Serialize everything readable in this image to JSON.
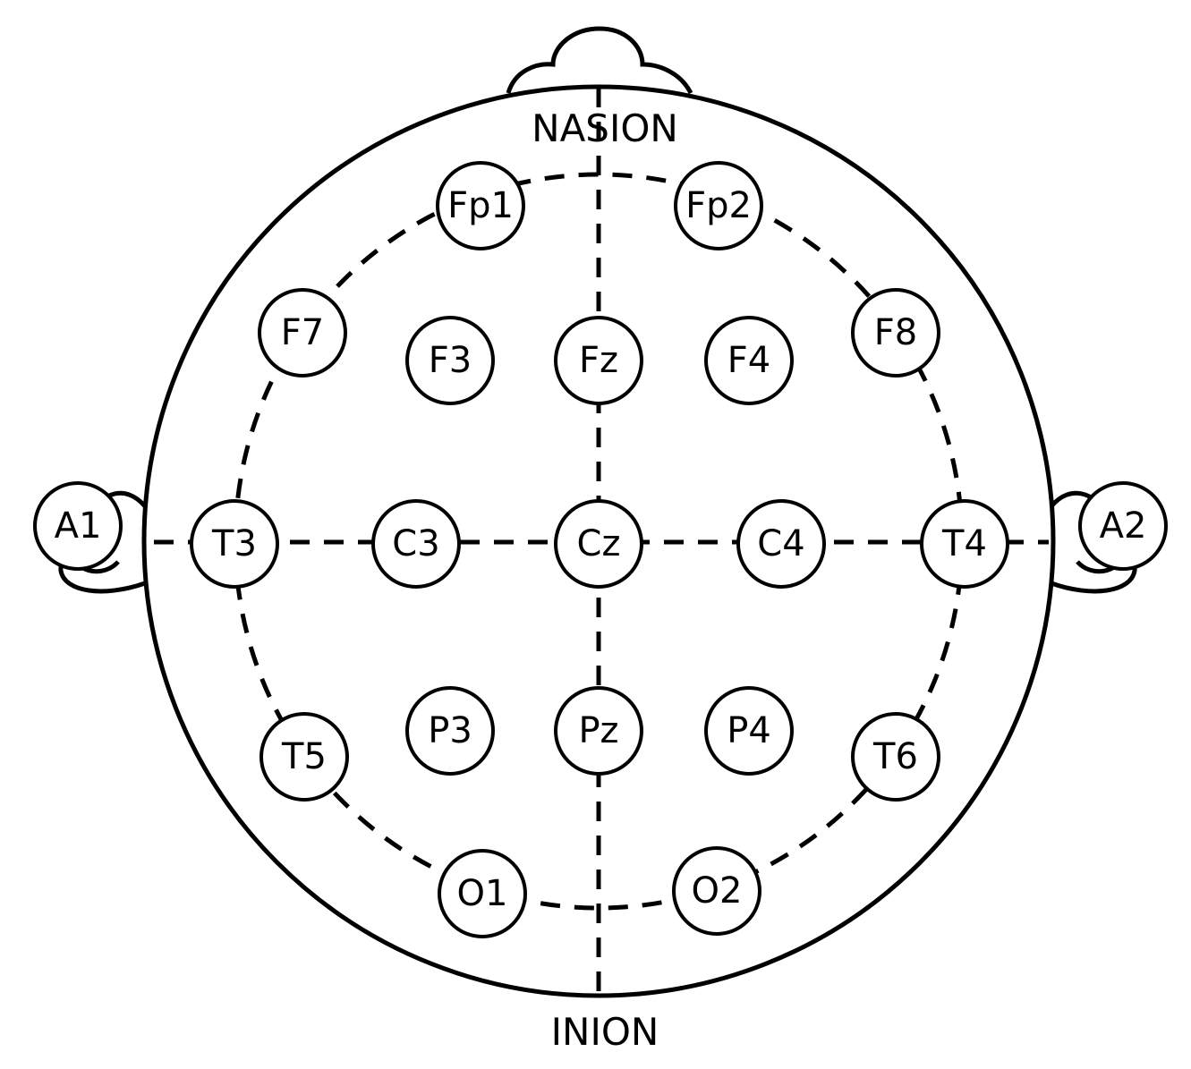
{
  "landmarks": {
    "top": "NASION",
    "bottom": "INION"
  },
  "electrodes": [
    {
      "id": "Fp1",
      "label": "Fp1"
    },
    {
      "id": "Fp2",
      "label": "Fp2"
    },
    {
      "id": "F7",
      "label": "F7"
    },
    {
      "id": "F3",
      "label": "F3"
    },
    {
      "id": "Fz",
      "label": "Fz"
    },
    {
      "id": "F4",
      "label": "F4"
    },
    {
      "id": "F8",
      "label": "F8"
    },
    {
      "id": "A1",
      "label": "A1"
    },
    {
      "id": "T3",
      "label": "T3"
    },
    {
      "id": "C3",
      "label": "C3"
    },
    {
      "id": "Cz",
      "label": "Cz"
    },
    {
      "id": "C4",
      "label": "C4"
    },
    {
      "id": "T4",
      "label": "T4"
    },
    {
      "id": "A2",
      "label": "A2"
    },
    {
      "id": "T5",
      "label": "T5"
    },
    {
      "id": "P3",
      "label": "P3"
    },
    {
      "id": "Pz",
      "label": "Pz"
    },
    {
      "id": "P4",
      "label": "P4"
    },
    {
      "id": "T6",
      "label": "T6"
    },
    {
      "id": "O1",
      "label": "O1"
    },
    {
      "id": "O2",
      "label": "O2"
    }
  ]
}
